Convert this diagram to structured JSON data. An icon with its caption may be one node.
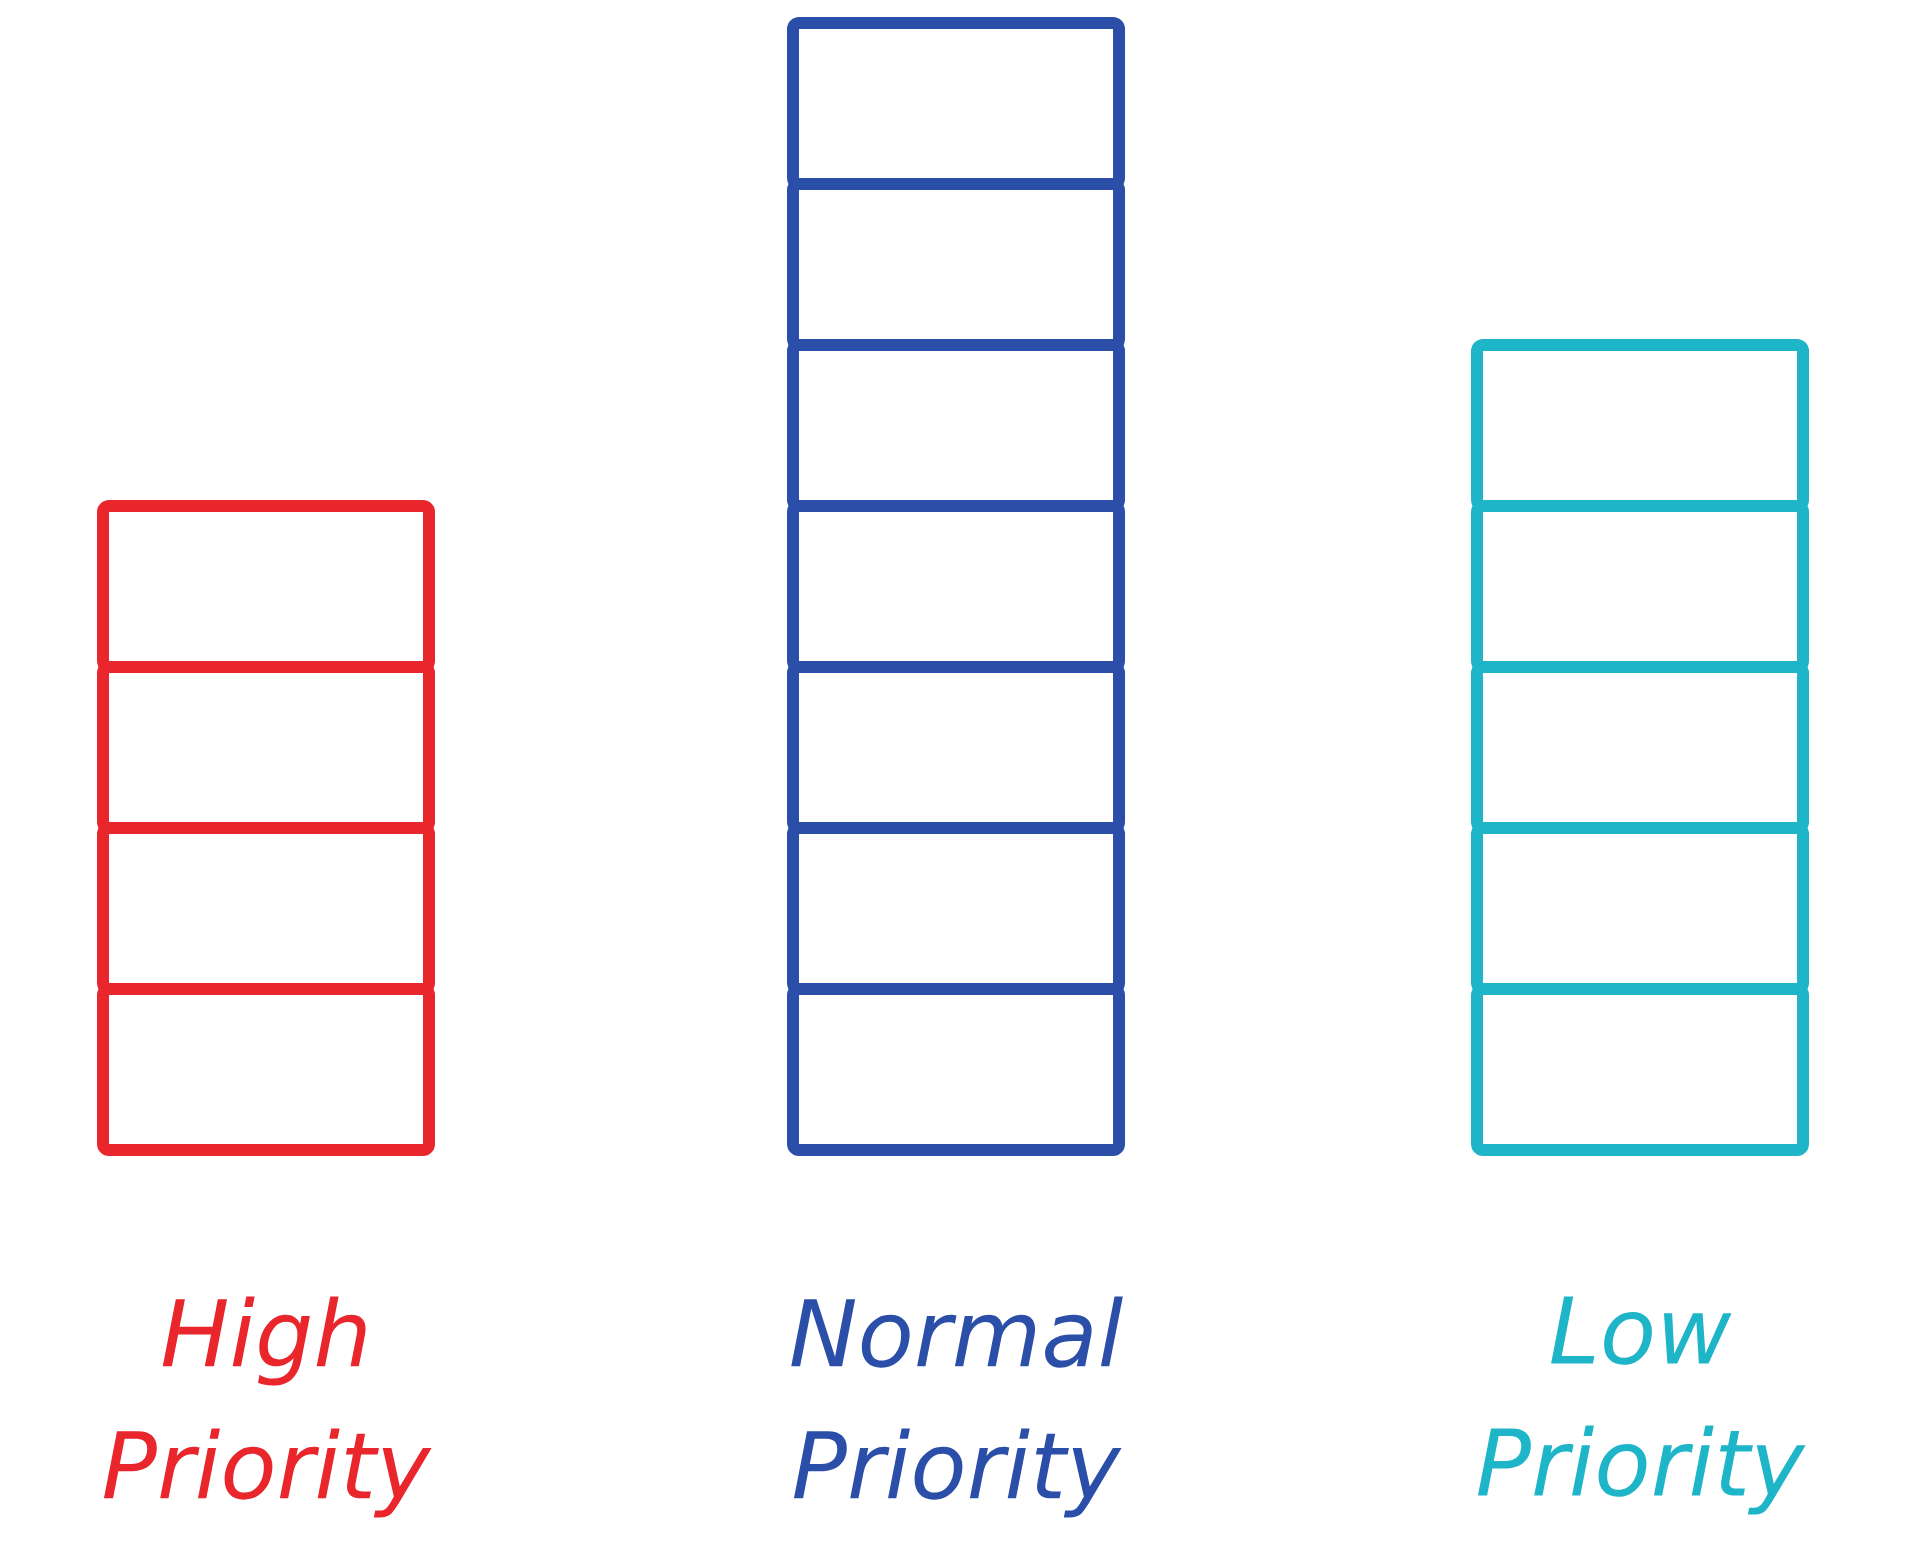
{
  "diagram": {
    "nodes": [
      {
        "text": [
          "High Priority"
        ]
      },
      {
        "text": [],
        "shape": "box"
      },
      {
        "text": [],
        "shape": "box"
      },
      {
        "text": [],
        "shape": "box"
      },
      {
        "text": [],
        "shape": "box"
      },
      {
        "text": [
          "Normal Priority"
        ]
      },
      {
        "text": [],
        "shape": "box"
      },
      {
        "text": [],
        "shape": "box"
      },
      {
        "text": [],
        "shape": "box"
      },
      {
        "text": [],
        "shape": "box"
      },
      {
        "text": [],
        "shape": "box"
      },
      {
        "text": [],
        "shape": "box"
      },
      {
        "text": [],
        "shape": "box"
      },
      {
        "text": [
          "Low Priority"
        ]
      },
      {
        "text": [],
        "shape": "box"
      },
      {
        "text": [],
        "shape": "box"
      },
      {
        "text": [],
        "shape": "box"
      },
      {
        "text": [],
        "shape": "box"
      },
      {
        "text": [],
        "shape": "box"
      }
    ]
  }
}
